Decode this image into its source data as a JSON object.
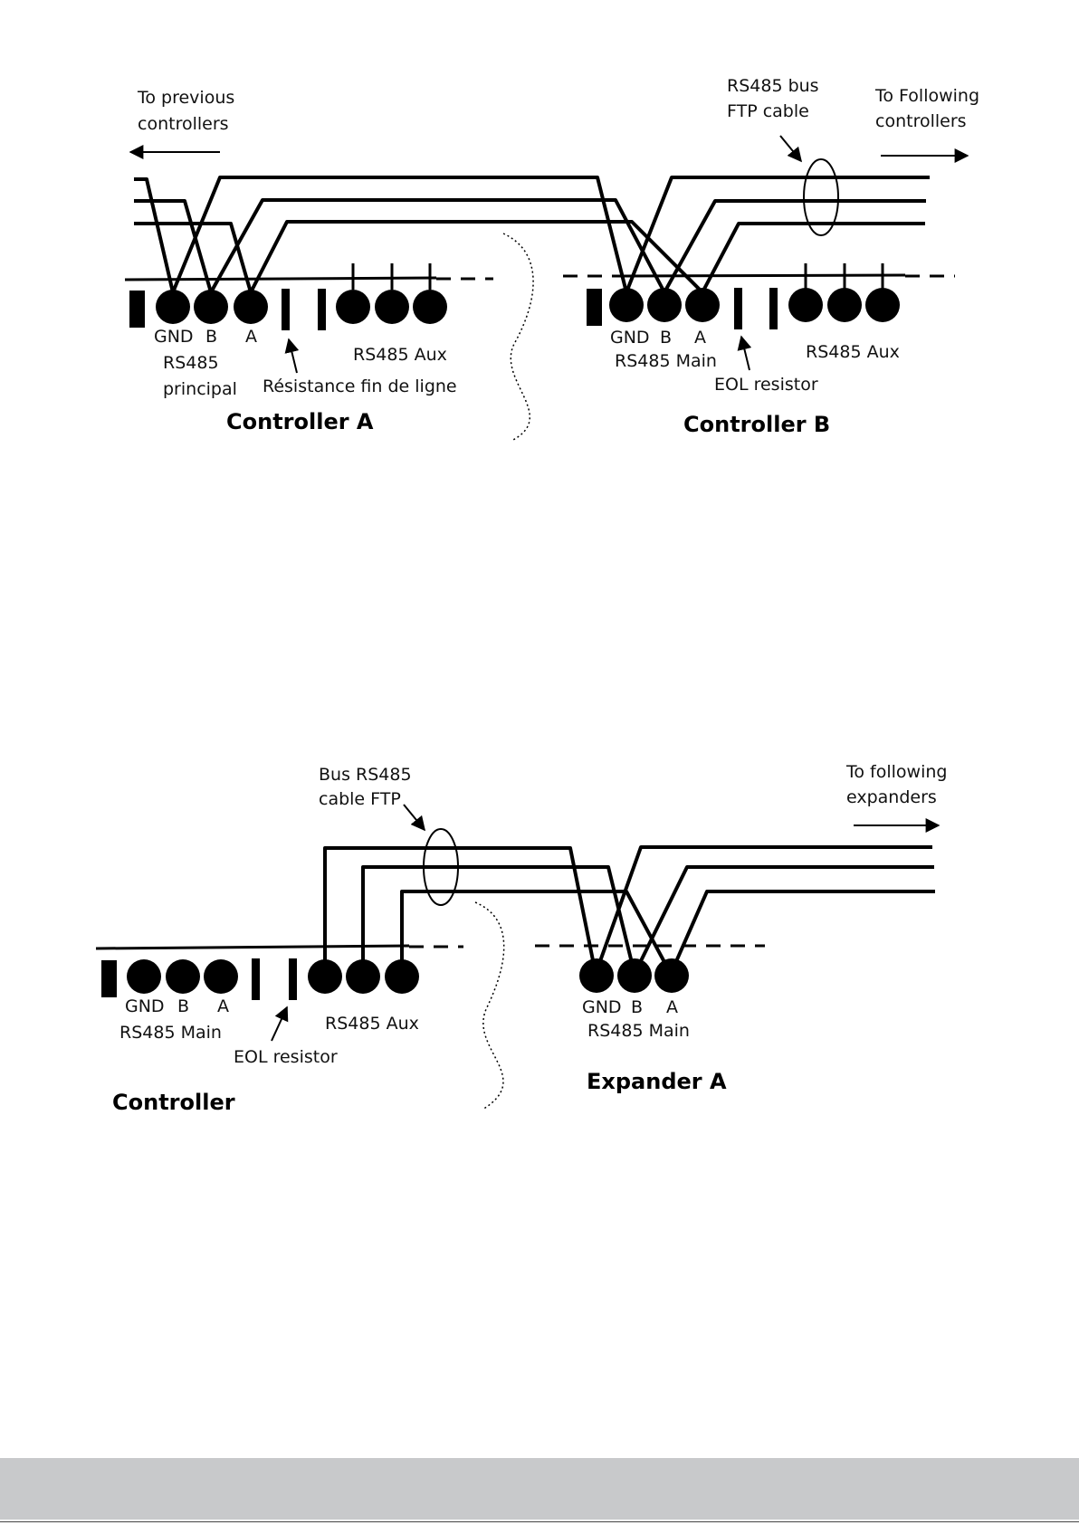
{
  "diagram1": {
    "to_previous": [
      "To previous",
      "controllers"
    ],
    "to_following": [
      "To Following",
      "controllers"
    ],
    "bus_cable": [
      "RS485 bus",
      "FTP cable"
    ],
    "controller_a": {
      "terminals": [
        "GND",
        "B",
        "A"
      ],
      "main_label": [
        "RS485",
        "principal"
      ],
      "aux_label": "RS485 Aux",
      "eol_label": "Résistance fin de ligne",
      "title": "Controller A"
    },
    "controller_b": {
      "terminals": [
        "GND",
        "B",
        "A"
      ],
      "main_label": "RS485 Main",
      "aux_label": "RS485 Aux",
      "eol_label": "EOL resistor",
      "title": "Controller B"
    }
  },
  "diagram2": {
    "bus_cable": [
      "Bus RS485",
      "cable FTP"
    ],
    "to_following": [
      "To following",
      "expanders"
    ],
    "controller": {
      "terminals": [
        "GND",
        "B",
        "A"
      ],
      "main_label": "RS485 Main",
      "aux_label": "RS485 Aux",
      "eol_label": "EOL resistor",
      "title": "Controller"
    },
    "expander_a": {
      "terminals": [
        "GND",
        "B",
        "A"
      ],
      "main_label": "RS485 Main",
      "title": "Expander A"
    }
  }
}
